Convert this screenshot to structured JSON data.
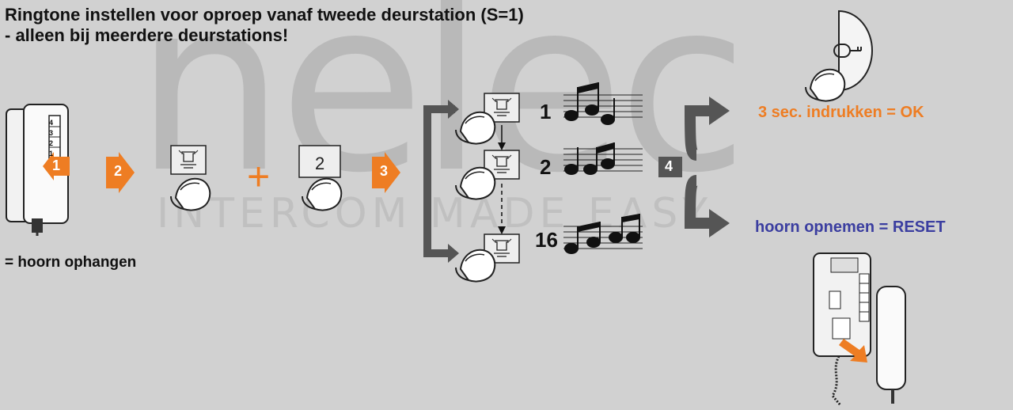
{
  "watermark": {
    "brand": "nelec",
    "slogan": "INTERCOM MADE EASY"
  },
  "title": {
    "line1": "Ringtone instellen voor oproep vanaf tweede deurstation (S=1)",
    "line2": "- alleen bij meerdere deurstations!"
  },
  "steps": {
    "s1": "1",
    "s2": "2",
    "s3": "3",
    "s4": "4"
  },
  "plus": "+",
  "key_digit": "2",
  "tones": [
    {
      "label": "1"
    },
    {
      "label": "2"
    },
    {
      "label": "16"
    }
  ],
  "handset_buttons": [
    "4",
    "3",
    "2",
    "1"
  ],
  "captions": {
    "hang_up": "= hoorn ophangen",
    "ok": "3 sec. indrukken = OK",
    "reset": "hoorn opnemen = RESET"
  },
  "colors": {
    "orange": "#ee7d23",
    "blue": "#3b3ea0",
    "dark": "#555555",
    "background": "#d1d1d1"
  }
}
